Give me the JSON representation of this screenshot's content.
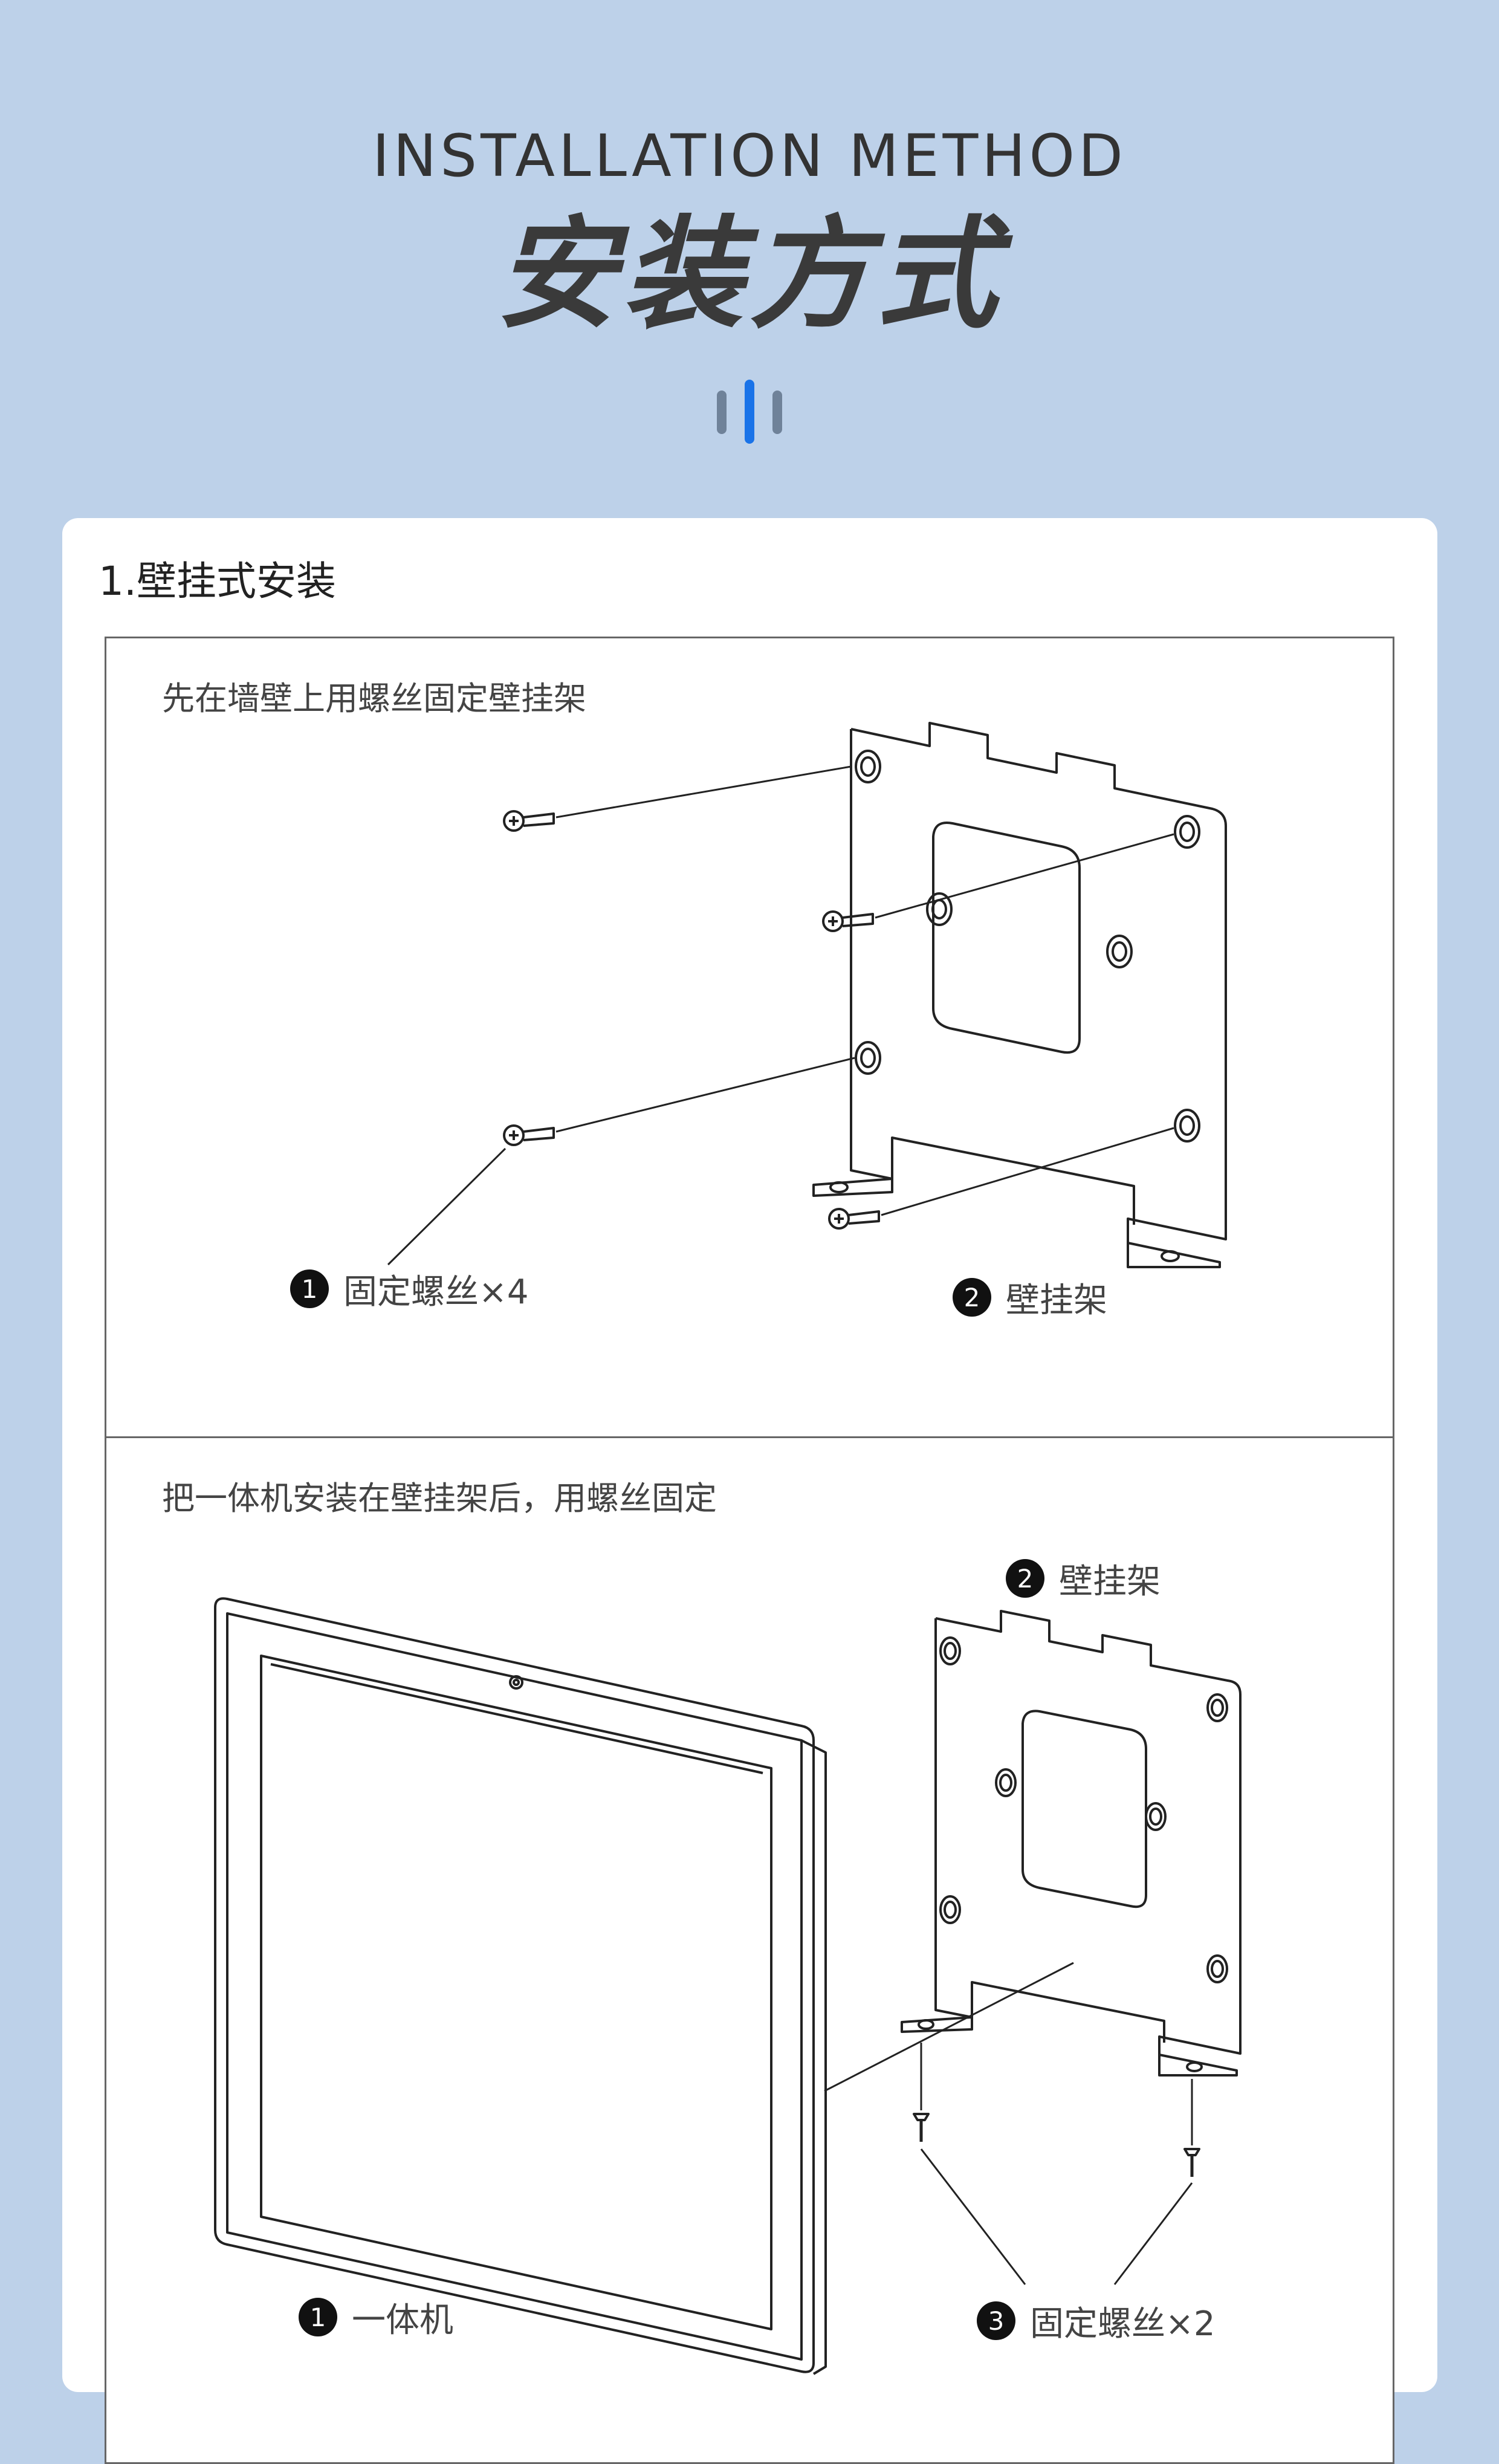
{
  "header": {
    "title_en": "INSTALLATION METHOD",
    "title_cn": "安装方式"
  },
  "colors": {
    "background": "#bdd1e9",
    "accent_blue": "#1a73e8",
    "accent_gray": "#6f8299"
  },
  "section": {
    "title": "1.壁挂式安装",
    "steps": [
      {
        "text": "先在墙壁上用螺丝固定壁挂架",
        "labels": [
          {
            "num": "1",
            "text": "固定螺丝×4"
          },
          {
            "num": "2",
            "text": "壁挂架"
          }
        ]
      },
      {
        "text": "把一体机安装在壁挂架后，用螺丝固定",
        "labels": [
          {
            "num": "2",
            "text": "壁挂架"
          },
          {
            "num": "1",
            "text": "一体机"
          },
          {
            "num": "3",
            "text": "固定螺丝×2"
          }
        ]
      }
    ]
  },
  "icons": {
    "divider": "triple-bar-icon",
    "screw": "screw-icon",
    "bracket": "wall-bracket-icon",
    "device": "all-in-one-device-icon"
  }
}
